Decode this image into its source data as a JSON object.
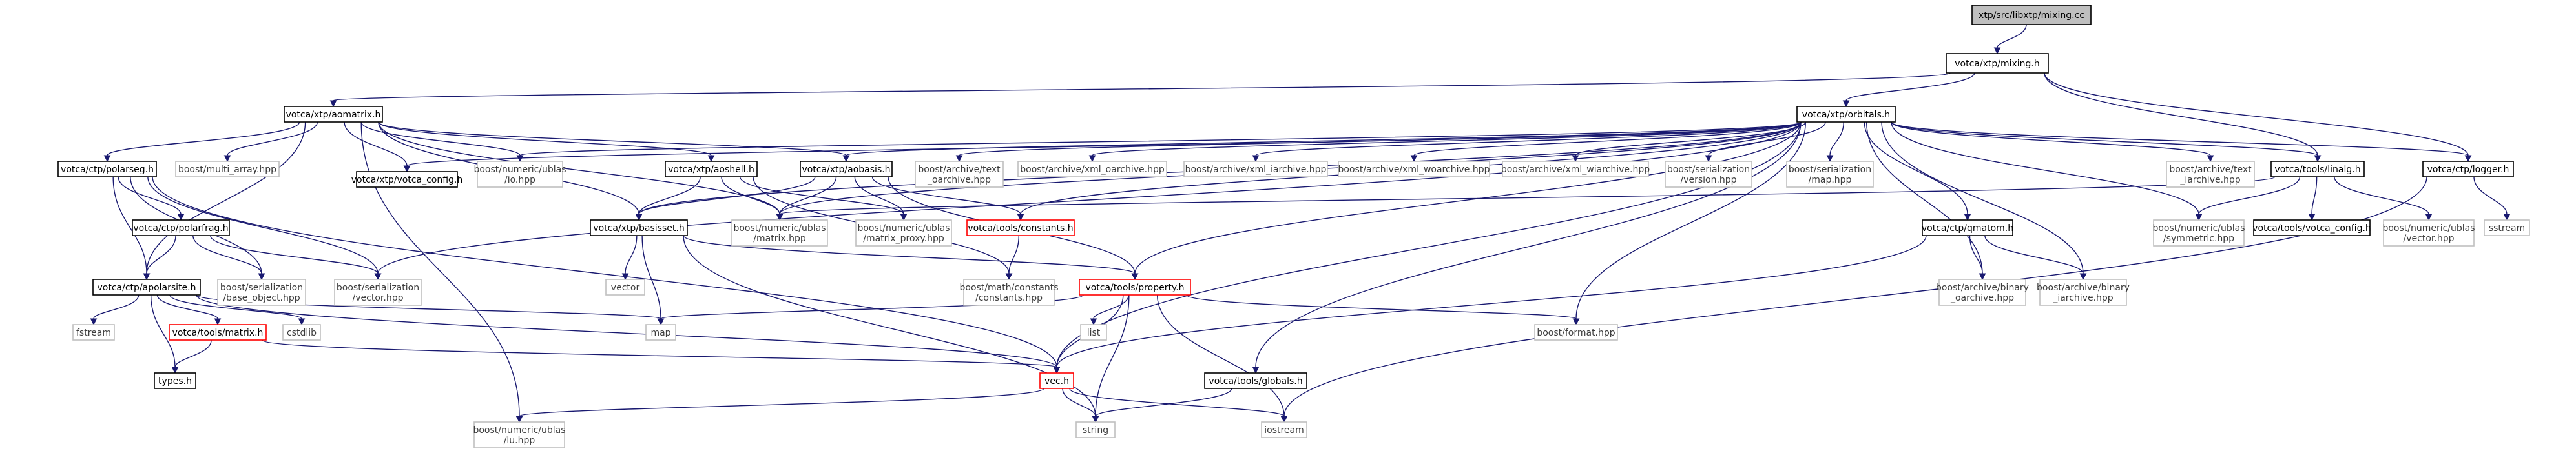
{
  "graph": {
    "colors": {
      "edge": "#191970",
      "root_fill": "#bfbfbf",
      "documented_border": "#000000",
      "incomplete_border": "#ff0000",
      "system_border": "#bfbfbf"
    },
    "nodes": [
      {
        "id": "mixing_cc",
        "lines": [
          "xtp/src/libxtp/mixing.cc"
        ],
        "kind": "root"
      },
      {
        "id": "mixing_h",
        "lines": [
          "votca/xtp/mixing.h"
        ],
        "kind": "doc"
      },
      {
        "id": "aomatrix_h",
        "lines": [
          "votca/xtp/aomatrix.h"
        ],
        "kind": "doc"
      },
      {
        "id": "orbitals_h",
        "lines": [
          "votca/xtp/orbitals.h"
        ],
        "kind": "doc"
      },
      {
        "id": "ctp_polarseg_h",
        "lines": [
          "votca/ctp/polarseg.h"
        ],
        "kind": "doc"
      },
      {
        "id": "multi_array",
        "lines": [
          "boost/multi_array.hpp"
        ],
        "kind": "sys"
      },
      {
        "id": "votca_config",
        "lines": [
          "votca/xtp/votca_config.h"
        ],
        "kind": "doc"
      },
      {
        "id": "ublas_io",
        "lines": [
          "boost/numeric/ublas",
          "/io.hpp"
        ],
        "kind": "sys"
      },
      {
        "id": "aoshell_h",
        "lines": [
          "votca/xtp/aoshell.h"
        ],
        "kind": "doc"
      },
      {
        "id": "aobasis_h",
        "lines": [
          "votca/xtp/aobasis.h"
        ],
        "kind": "doc"
      },
      {
        "id": "archive_text_oarchive",
        "lines": [
          "boost/archive/text",
          "_oarchive.hpp"
        ],
        "kind": "sys"
      },
      {
        "id": "archive_xml_oarchive",
        "lines": [
          "boost/archive/xml_oarchive.hpp"
        ],
        "kind": "sys"
      },
      {
        "id": "archive_xml_iarchive",
        "lines": [
          "boost/archive/xml_iarchive.hpp"
        ],
        "kind": "sys"
      },
      {
        "id": "archive_xml_woarchive",
        "lines": [
          "boost/archive/xml_woarchive.hpp"
        ],
        "kind": "sys"
      },
      {
        "id": "archive_xml_wiarchive",
        "lines": [
          "boost/archive/xml_wiarchive.hpp"
        ],
        "kind": "sys"
      },
      {
        "id": "serialization_version",
        "lines": [
          "boost/serialization",
          "/version.hpp"
        ],
        "kind": "sys"
      },
      {
        "id": "serialization_map",
        "lines": [
          "boost/serialization",
          "/map.hpp"
        ],
        "kind": "sys"
      },
      {
        "id": "archive_text_iarchive",
        "lines": [
          "boost/archive/text",
          "_iarchive.hpp"
        ],
        "kind": "sys"
      },
      {
        "id": "linalg_h",
        "lines": [
          "votca/tools/linalg.h"
        ],
        "kind": "doc"
      },
      {
        "id": "logger_h",
        "lines": [
          "votca/ctp/logger.h"
        ],
        "kind": "doc"
      },
      {
        "id": "polarfrag_h",
        "lines": [
          "votca/ctp/polarfrag.h"
        ],
        "kind": "doc"
      },
      {
        "id": "ublas_matrix",
        "lines": [
          "boost/numeric/ublas",
          "/matrix.hpp"
        ],
        "kind": "sys"
      },
      {
        "id": "ublas_matrix_proxy",
        "lines": [
          "boost/numeric/ublas",
          "/matrix_proxy.hpp"
        ],
        "kind": "sys"
      },
      {
        "id": "constants_h",
        "lines": [
          "votca/tools/constants.h"
        ],
        "kind": "warn"
      },
      {
        "id": "basisset_h",
        "lines": [
          "votca/xtp/basisset.h"
        ],
        "kind": "doc"
      },
      {
        "id": "qmatom_h",
        "lines": [
          "votca/ctp/qmatom.h"
        ],
        "kind": "doc"
      },
      {
        "id": "ublas_symmetric",
        "lines": [
          "boost/numeric/ublas",
          "/symmetric.hpp"
        ],
        "kind": "sys"
      },
      {
        "id": "tools_votca_config",
        "lines": [
          "votca/tools/votca_config.h"
        ],
        "kind": "doc"
      },
      {
        "id": "ublas_vector",
        "lines": [
          "boost/numeric/ublas",
          "/vector.hpp"
        ],
        "kind": "sys"
      },
      {
        "id": "sstream",
        "lines": [
          "sstream"
        ],
        "kind": "sys"
      },
      {
        "id": "apolarsite_h",
        "lines": [
          "votca/ctp/apolarsite.h"
        ],
        "kind": "doc"
      },
      {
        "id": "serialization_base_object",
        "lines": [
          "boost/serialization",
          "/base_object.hpp"
        ],
        "kind": "sys"
      },
      {
        "id": "serialization_vector",
        "lines": [
          "boost/serialization",
          "/vector.hpp"
        ],
        "kind": "sys"
      },
      {
        "id": "vector",
        "lines": [
          "vector"
        ],
        "kind": "sys"
      },
      {
        "id": "math_constants",
        "lines": [
          "boost/math/constants",
          "/constants.hpp"
        ],
        "kind": "sys"
      },
      {
        "id": "property_h",
        "lines": [
          "votca/tools/property.h"
        ],
        "kind": "warn"
      },
      {
        "id": "archive_binary_oarchive",
        "lines": [
          "boost/archive/binary",
          "_oarchive.hpp"
        ],
        "kind": "sys"
      },
      {
        "id": "archive_binary_iarchive",
        "lines": [
          "boost/archive/binary",
          "_iarchive.hpp"
        ],
        "kind": "sys"
      },
      {
        "id": "fstream",
        "lines": [
          "fstream"
        ],
        "kind": "sys"
      },
      {
        "id": "tools_matrix_h",
        "lines": [
          "votca/tools/matrix.h"
        ],
        "kind": "warn"
      },
      {
        "id": "cstdlib",
        "lines": [
          "cstdlib"
        ],
        "kind": "sys"
      },
      {
        "id": "map",
        "lines": [
          "map"
        ],
        "kind": "sys"
      },
      {
        "id": "list",
        "lines": [
          "list"
        ],
        "kind": "sys"
      },
      {
        "id": "boost_format",
        "lines": [
          "boost/format.hpp"
        ],
        "kind": "sys"
      },
      {
        "id": "types_h",
        "lines": [
          "types.h"
        ],
        "kind": "doc"
      },
      {
        "id": "vec_h",
        "lines": [
          "vec.h"
        ],
        "kind": "warn"
      },
      {
        "id": "globals_h",
        "lines": [
          "votca/tools/globals.h"
        ],
        "kind": "doc"
      },
      {
        "id": "ublas_lu",
        "lines": [
          "boost/numeric/ublas",
          "/lu.hpp"
        ],
        "kind": "sys"
      },
      {
        "id": "string",
        "lines": [
          "string"
        ],
        "kind": "sys"
      },
      {
        "id": "iostream",
        "lines": [
          "iostream"
        ],
        "kind": "sys"
      }
    ],
    "edges": [
      [
        "mixing_cc",
        "mixing_h"
      ],
      [
        "mixing_h",
        "aomatrix_h"
      ],
      [
        "mixing_h",
        "orbitals_h"
      ],
      [
        "mixing_h",
        "linalg_h"
      ],
      [
        "mixing_h",
        "logger_h"
      ],
      [
        "aomatrix_h",
        "ctp_polarseg_h"
      ],
      [
        "aomatrix_h",
        "multi_array"
      ],
      [
        "aomatrix_h",
        "votca_config"
      ],
      [
        "aomatrix_h",
        "ublas_io"
      ],
      [
        "aomatrix_h",
        "aoshell_h"
      ],
      [
        "aomatrix_h",
        "aobasis_h"
      ],
      [
        "aomatrix_h",
        "ublas_matrix"
      ],
      [
        "aomatrix_h",
        "basisset_h"
      ],
      [
        "aomatrix_h",
        "apolarsite_h"
      ],
      [
        "aomatrix_h",
        "ublas_lu"
      ],
      [
        "orbitals_h",
        "votca_config"
      ],
      [
        "orbitals_h",
        "ublas_io"
      ],
      [
        "orbitals_h",
        "aobasis_h"
      ],
      [
        "orbitals_h",
        "archive_text_oarchive"
      ],
      [
        "orbitals_h",
        "archive_xml_oarchive"
      ],
      [
        "orbitals_h",
        "archive_xml_iarchive"
      ],
      [
        "orbitals_h",
        "archive_xml_woarchive"
      ],
      [
        "orbitals_h",
        "archive_xml_wiarchive"
      ],
      [
        "orbitals_h",
        "serialization_version"
      ],
      [
        "orbitals_h",
        "serialization_map"
      ],
      [
        "orbitals_h",
        "archive_text_iarchive"
      ],
      [
        "orbitals_h",
        "linalg_h"
      ],
      [
        "orbitals_h",
        "logger_h"
      ],
      [
        "orbitals_h",
        "ublas_matrix"
      ],
      [
        "orbitals_h",
        "constants_h"
      ],
      [
        "orbitals_h",
        "basisset_h"
      ],
      [
        "orbitals_h",
        "qmatom_h"
      ],
      [
        "orbitals_h",
        "ublas_symmetric"
      ],
      [
        "orbitals_h",
        "serialization_vector"
      ],
      [
        "orbitals_h",
        "property_h"
      ],
      [
        "orbitals_h",
        "archive_binary_oarchive"
      ],
      [
        "orbitals_h",
        "archive_binary_iarchive"
      ],
      [
        "orbitals_h",
        "boost_format"
      ],
      [
        "orbitals_h",
        "vec_h"
      ],
      [
        "orbitals_h",
        "globals_h"
      ],
      [
        "ctp_polarseg_h",
        "polarfrag_h"
      ],
      [
        "ctp_polarseg_h",
        "apolarsite_h"
      ],
      [
        "ctp_polarseg_h",
        "serialization_base_object"
      ],
      [
        "ctp_polarseg_h",
        "serialization_vector"
      ],
      [
        "ctp_polarseg_h",
        "vec_h"
      ],
      [
        "aoshell_h",
        "ublas_matrix"
      ],
      [
        "aoshell_h",
        "ublas_matrix_proxy"
      ],
      [
        "aoshell_h",
        "basisset_h"
      ],
      [
        "aoshell_h",
        "math_constants"
      ],
      [
        "aobasis_h",
        "ublas_matrix"
      ],
      [
        "aobasis_h",
        "ublas_matrix_proxy"
      ],
      [
        "aobasis_h",
        "constants_h"
      ],
      [
        "aobasis_h",
        "basisset_h"
      ],
      [
        "aobasis_h",
        "property_h"
      ],
      [
        "linalg_h",
        "ublas_matrix"
      ],
      [
        "linalg_h",
        "ublas_symmetric"
      ],
      [
        "linalg_h",
        "tools_votca_config"
      ],
      [
        "linalg_h",
        "ublas_vector"
      ],
      [
        "logger_h",
        "sstream"
      ],
      [
        "logger_h",
        "iostream"
      ],
      [
        "polarfrag_h",
        "apolarsite_h"
      ],
      [
        "polarfrag_h",
        "serialization_base_object"
      ],
      [
        "polarfrag_h",
        "serialization_vector"
      ],
      [
        "constants_h",
        "math_constants"
      ],
      [
        "basisset_h",
        "vector"
      ],
      [
        "basisset_h",
        "map"
      ],
      [
        "basisset_h",
        "property_h"
      ],
      [
        "basisset_h",
        "string"
      ],
      [
        "qmatom_h",
        "archive_binary_oarchive"
      ],
      [
        "qmatom_h",
        "archive_binary_iarchive"
      ],
      [
        "qmatom_h",
        "vec_h"
      ],
      [
        "apolarsite_h",
        "fstream"
      ],
      [
        "apolarsite_h",
        "tools_matrix_h"
      ],
      [
        "apolarsite_h",
        "cstdlib"
      ],
      [
        "apolarsite_h",
        "map"
      ],
      [
        "apolarsite_h",
        "types_h"
      ],
      [
        "apolarsite_h",
        "vec_h"
      ],
      [
        "property_h",
        "map"
      ],
      [
        "property_h",
        "list"
      ],
      [
        "property_h",
        "boost_format"
      ],
      [
        "property_h",
        "vec_h"
      ],
      [
        "property_h",
        "string"
      ],
      [
        "property_h",
        "iostream"
      ],
      [
        "tools_matrix_h",
        "types_h"
      ],
      [
        "tools_matrix_h",
        "vec_h"
      ],
      [
        "vec_h",
        "ublas_lu"
      ],
      [
        "vec_h",
        "string"
      ],
      [
        "vec_h",
        "iostream"
      ],
      [
        "globals_h",
        "string"
      ]
    ]
  }
}
